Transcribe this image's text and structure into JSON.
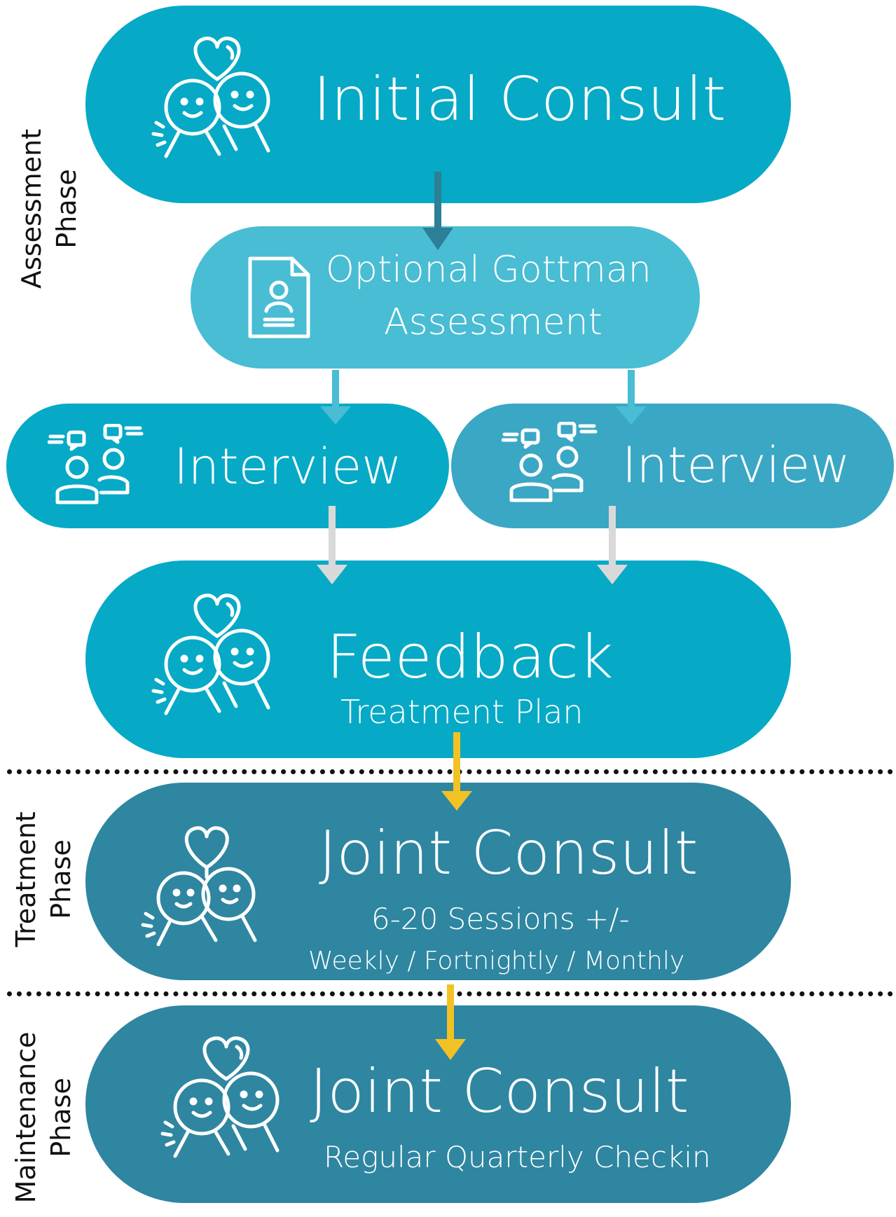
{
  "phases": {
    "assessment": {
      "line1": "Assessment",
      "line2": "Phase"
    },
    "treatment": {
      "line1": "Treatment",
      "line2": "Phase"
    },
    "maintenance": {
      "line1": "Maintenance",
      "line2": "Phase"
    }
  },
  "nodes": {
    "initial_consult": {
      "title": "Initial Consult",
      "icon": "couple-heart-icon"
    },
    "gottman": {
      "line1": "Optional Gottman",
      "line2": "Assessment",
      "icon": "document-person-icon"
    },
    "interview_left": {
      "title": "Interview",
      "icon": "two-people-chat-icon"
    },
    "interview_right": {
      "title": "Interview",
      "icon": "two-people-chat-icon"
    },
    "feedback": {
      "title": "Feedback",
      "subtitle": "Treatment Plan",
      "icon": "couple-heart-icon"
    },
    "joint_treatment": {
      "title": "Joint Consult",
      "sub1": "6-20  Sessions +/-",
      "sub2": "Weekly / Fortnightly / Monthly",
      "icon": "couple-hug-heart-icon"
    },
    "joint_maintenance": {
      "title": "Joint Consult",
      "subtitle": "Regular Quarterly Checkin",
      "icon": "couple-heart-icon"
    }
  },
  "colors": {
    "teal_primary": "#06aac6",
    "teal_light": "#48bdd3",
    "teal_medium": "#3aa7c4",
    "teal_dark": "#2e86a1",
    "arrow_dark": "#2b7f96",
    "arrow_light": "#48bdd3",
    "arrow_gray": "#d9d9d9",
    "arrow_yellow": "#f2c124"
  }
}
